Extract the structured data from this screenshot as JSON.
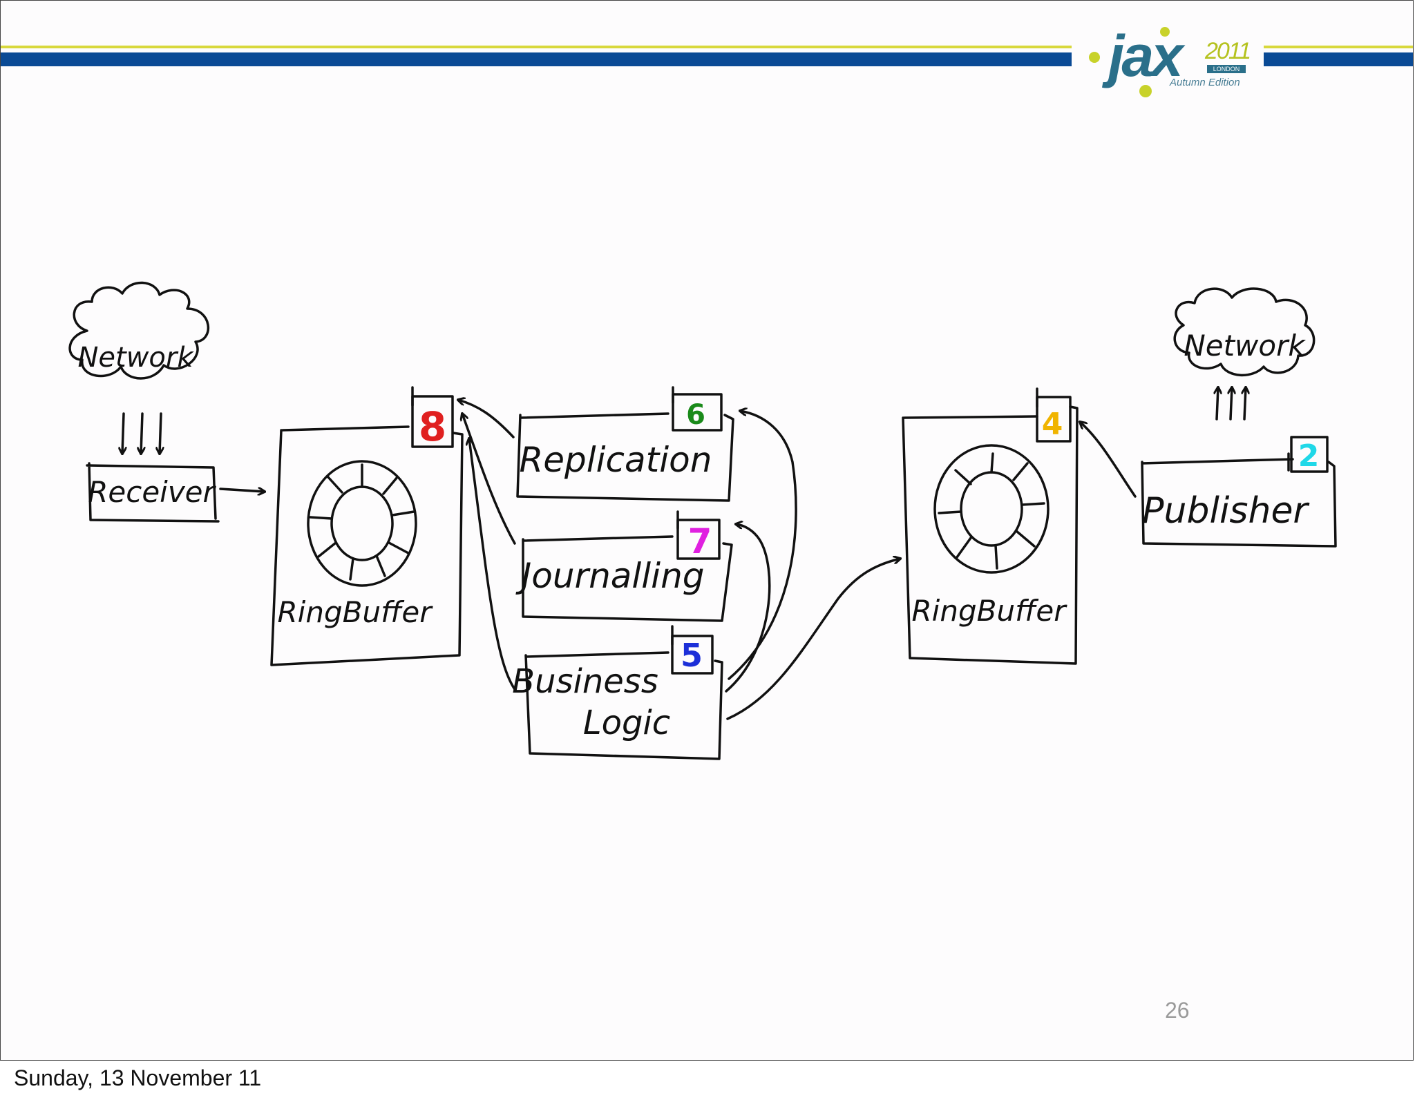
{
  "header": {
    "logo": {
      "word": "jax",
      "year": "2011",
      "city": "LONDON",
      "edition": "Autumn Edition",
      "colors": {
        "teal": "#2a6f8a",
        "lime": "#c8d22a"
      }
    },
    "stripe_colors": {
      "blue": "#0a4a95",
      "yellow": "#d8d83c"
    }
  },
  "diagram": {
    "network_in_label": "Network",
    "network_out_label": "Network",
    "receiver_label": "Receiver",
    "ringbuffer_in_label": "RingBuffer",
    "ringbuffer_out_label": "RingBuffer",
    "replication_label": "Replication",
    "journalling_label": "Journalling",
    "business_logic_line1": "Business",
    "business_logic_line2": "Logic",
    "publisher_label": "Publisher",
    "badges": {
      "ringbuffer_in": {
        "number": "8",
        "color": "#e02020"
      },
      "replication": {
        "number": "6",
        "color": "#1a8a1a"
      },
      "journalling": {
        "number": "7",
        "color": "#e020e0"
      },
      "business_logic": {
        "number": "5",
        "color": "#1c2fd8"
      },
      "ringbuffer_out": {
        "number": "4",
        "color": "#f0b400"
      },
      "publisher": {
        "number": "2",
        "color": "#20d8e8"
      }
    }
  },
  "page_number": "26",
  "footer_date": "Sunday, 13 November 11"
}
